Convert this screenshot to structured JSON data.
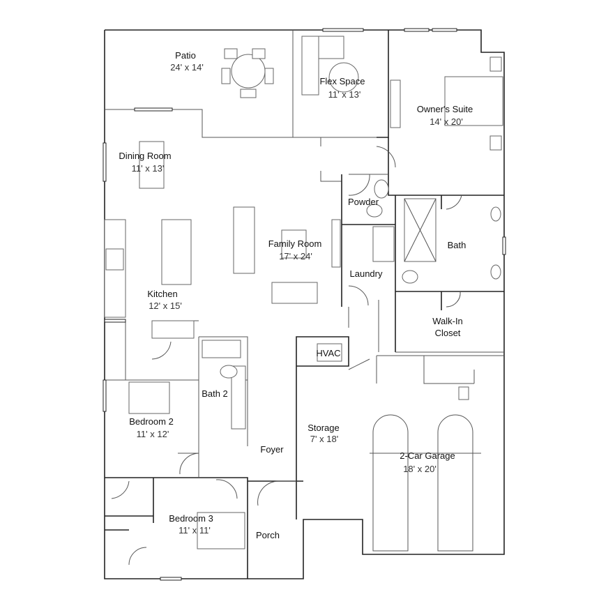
{
  "rooms": [
    {
      "name": "Patio",
      "size": "24' x 14'"
    },
    {
      "name": "Flex Space",
      "size": "11' x 13'"
    },
    {
      "name": "Owner's Suite",
      "size": "14' x 20'"
    },
    {
      "name": "Dining Room",
      "size": "11' x 13'"
    },
    {
      "name": "Powder"
    },
    {
      "name": "Family Room",
      "size": "17' x 24'"
    },
    {
      "name": "Bath"
    },
    {
      "name": "Laundry"
    },
    {
      "name": "Kitchen",
      "size": "12' x 15'"
    },
    {
      "name": "Walk-In",
      "name2": "Closet"
    },
    {
      "name": "HVAC"
    },
    {
      "name": "Bath 2"
    },
    {
      "name": "Bedroom 2",
      "size": "11' x 12'"
    },
    {
      "name": "Storage",
      "size": "7' x 18'"
    },
    {
      "name": "2-Car Garage",
      "size": "18' x 20'"
    },
    {
      "name": "Foyer"
    },
    {
      "name": "Bedroom 3",
      "size": "11' x 11'"
    },
    {
      "name": "Porch"
    }
  ]
}
